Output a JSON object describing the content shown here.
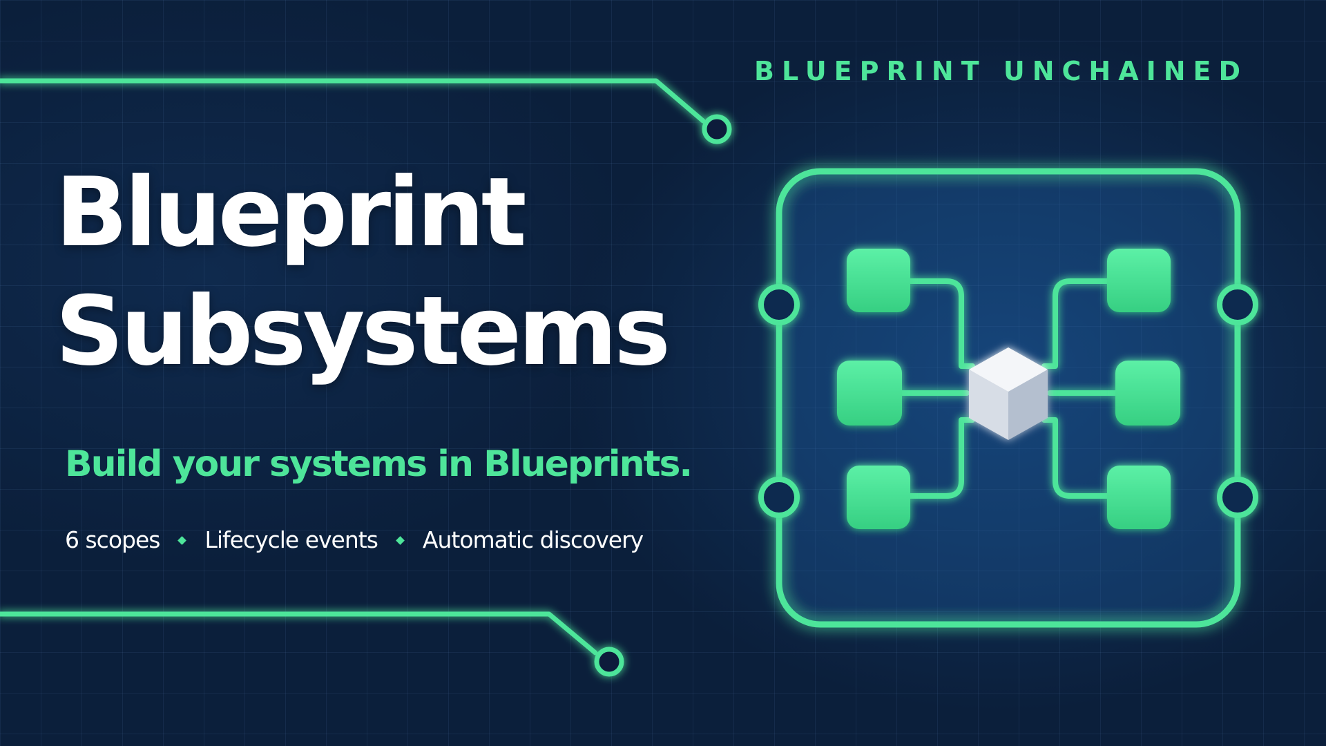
{
  "brand": "BLUEPRINT UNCHAINED",
  "title": {
    "line1": "Blueprint",
    "line2": "Subsystems"
  },
  "tagline": "Build your systems in Blueprints.",
  "features": [
    "6 scopes",
    "Lifecycle events",
    "Automatic discovery"
  ],
  "icons": {
    "separator": "diamond-bullet",
    "graphic": "subsystem-network-diagram",
    "core": "cube-icon",
    "nodes": "rounded-square-node"
  },
  "colors": {
    "background": "#0b1f3b",
    "accent": "#4ee59a",
    "text": "#ffffff",
    "cube_light": "#f2f4f7",
    "cube_dark": "#b9c3d3"
  }
}
